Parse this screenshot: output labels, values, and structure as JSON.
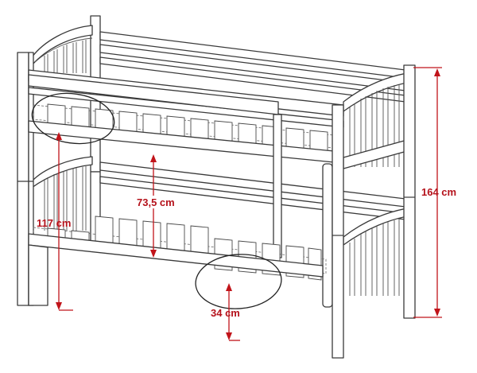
{
  "diagram": {
    "colors": {
      "dimension": "#c1141a",
      "label": "#b5121b",
      "outline": "#3a3a3a"
    },
    "dimensions": {
      "total_height": "164 cm",
      "lower_bed_height": "117 cm",
      "gap_between_beds": "73,5 cm",
      "slat_clearance": "34 cm"
    }
  }
}
